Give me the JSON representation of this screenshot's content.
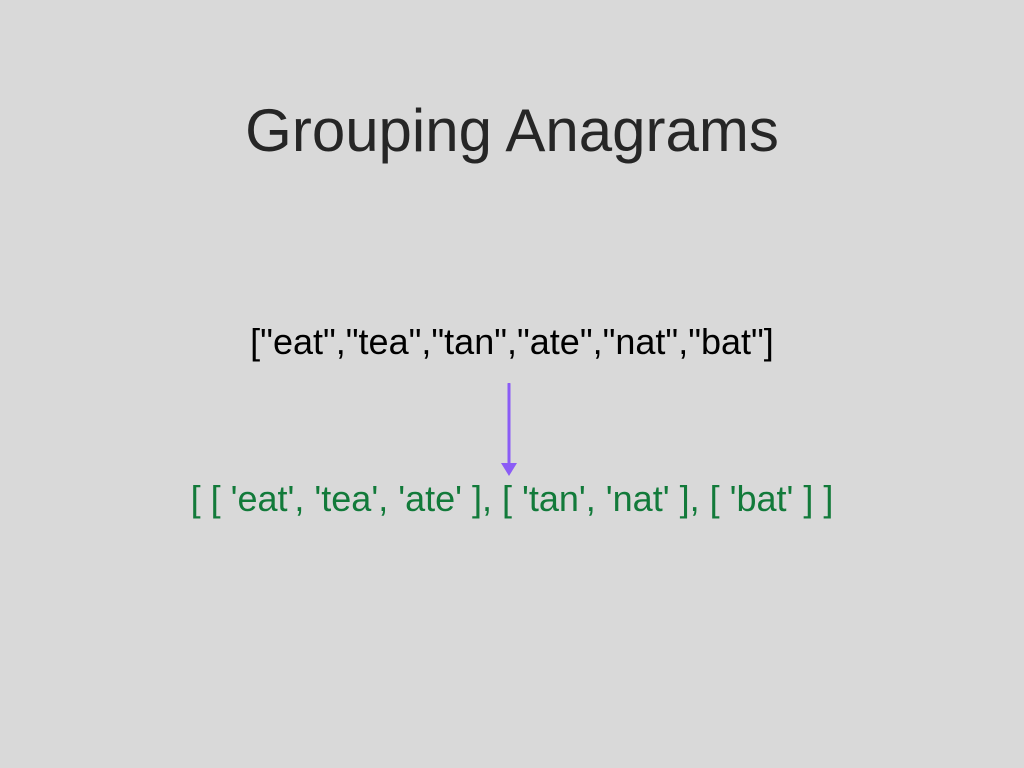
{
  "slide": {
    "title": "Grouping Anagrams",
    "input_text": "[\"eat\",\"tea\",\"tan\",\"ate\",\"nat\",\"bat\"]",
    "output_text": "[ [ 'eat', 'tea', 'ate' ], [ 'tan', 'nat' ], [ 'bat' ] ]"
  },
  "colors": {
    "background": "#d9d9d9",
    "title": "#262626",
    "input": "#000000",
    "output": "#127a3a",
    "arrow": "#8b5cf6"
  }
}
